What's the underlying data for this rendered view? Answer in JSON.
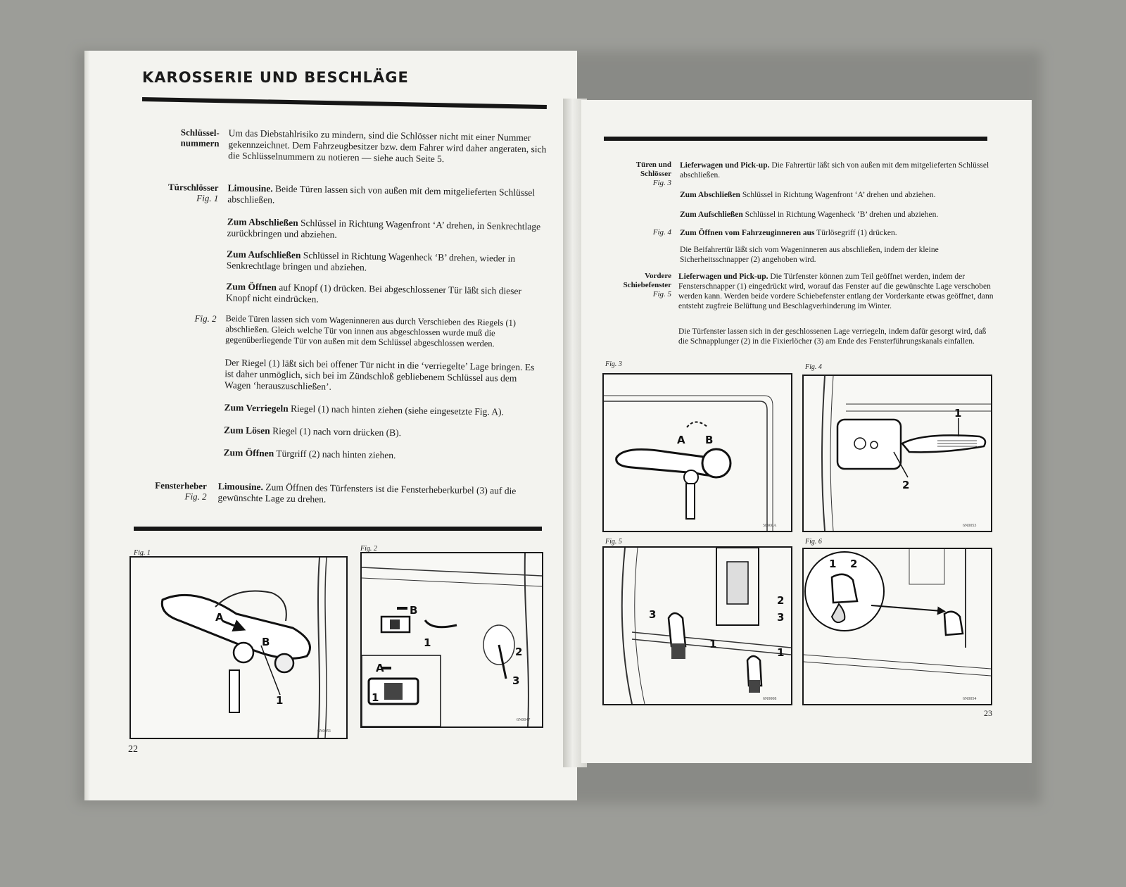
{
  "left": {
    "title": "KAROSSERIE UND BESCHLÄGE",
    "page_number": "22",
    "s1": {
      "label": "Schlüssel-\nnummern",
      "text": "Um das Diebstahlrisiko zu mindern, sind die Schlösser nicht mit einer Nummer gekennzeichnet. Dem Fahrzeugbesitzer bzw. dem Fahrer wird daher angeraten, sich die Schlüsselnummern zu notieren — siehe auch Seite 5."
    },
    "s2": {
      "label": "Türschlösser",
      "fig": "Fig. 1",
      "lead": "Limousine.",
      "text": " Beide Türen lassen sich von außen mit dem mitgelieferten Schlüssel abschließen."
    },
    "p1": {
      "lead": "Zum Abschließen",
      "text": " Schlüssel in Richtung Wagenfront ‘A’ drehen, in Senkrechtlage zurückbringen und abziehen."
    },
    "p2": {
      "lead": "Zum Aufschließen",
      "text": " Schlüssel in Richtung Wagenheck ‘B’ drehen, wieder in Senkrechtlage bringen und abziehen."
    },
    "p3": {
      "lead": "Zum Öffnen",
      "text": " auf Knopf (1) drücken. Bei abgeschlossener Tür läßt sich dieser Knopf nicht eindrücken."
    },
    "s3": {
      "fig": "Fig. 2",
      "text": "Beide Türen lassen sich vom Wageninneren aus durch Verschieben des Riegels (1) abschließen. Gleich welche Tür von innen aus abgeschlossen wurde muß die gegenüberliegende Tür von außen mit dem Schlüssel abgeschlossen werden."
    },
    "p4": {
      "text": "Der Riegel (1) läßt sich bei offener Tür nicht in die ‘verriegelte’ Lage bringen. Es ist daher unmöglich, sich bei im Zündschloß gebliebenem Schlüssel aus dem Wagen ‘herauszuschließen’."
    },
    "p5": {
      "lead": "Zum Verriegeln",
      "text": " Riegel (1) nach hinten ziehen (siehe eingesetzte Fig. A)."
    },
    "p6": {
      "lead": "Zum Lösen",
      "text": " Riegel (1) nach vorn drücken (B)."
    },
    "p7": {
      "lead": "Zum Öffnen",
      "text": " Türgriff (2) nach hinten ziehen."
    },
    "s4": {
      "label": "Fensterheber",
      "fig": "Fig. 2",
      "lead": "Limousine.",
      "text": " Zum Öffnen des Türfensters ist die Fensterheberkurbel (3) auf die gewünschte Lage zu drehen."
    },
    "fig1": {
      "caption": "Fig. 1",
      "code": "6N0051",
      "labels": [
        "A",
        "B",
        "1"
      ]
    },
    "fig2": {
      "caption": "Fig. 2",
      "code": "6N0047",
      "labels": [
        "B",
        "1",
        "A",
        "1",
        "2",
        "3"
      ]
    }
  },
  "right": {
    "page_number": "23",
    "s1": {
      "label": "Türen und\nSchlösser",
      "fig": "Fig. 3",
      "lead": "Lieferwagen und Pick-up.",
      "text": " Die Fahrertür läßt sich von außen mit dem mitgelieferten Schlüssel abschließen."
    },
    "p1": {
      "lead": "Zum Abschließen",
      "text": " Schlüssel in Richtung Wagenfront ‘A’ drehen und abziehen."
    },
    "p2": {
      "lead": "Zum Aufschließen",
      "text": " Schlüssel in Richtung Wagenheck ‘B’ drehen und abziehen."
    },
    "p3": {
      "fig": "Fig. 4",
      "lead": "Zum Öffnen vom Fahrzeuginneren aus",
      "text": " Türlösegriff (1) drücken."
    },
    "p4": {
      "text": "Die Beifahrertür läßt sich vom Wageninneren aus abschließen, indem der kleine Sicherheitsschnapper (2) angehoben wird."
    },
    "s2": {
      "label": "Vordere\nSchiebefenster",
      "fig": "Fig. 5",
      "lead": "Lieferwagen und Pick-up.",
      "text": " Die Türfenster können zum Teil geöffnet werden, indem der Fensterschnapper (1) eingedrückt wird, worauf das Fenster auf die gewünschte Lage verschoben werden kann. Werden beide vordere Schiebefenster entlang der Vorderkante etwas geöffnet, dann entsteht zugfreie Belüftung und Beschlagverhinderung im Winter."
    },
    "p5": {
      "text": "Die Türfenster lassen sich in der geschlossenen Lage verriegeln, indem dafür gesorgt wird, daß die Schnapplunger (2) in die Fixierlöcher (3) am Ende des Fensterführungskanals einfallen."
    },
    "fig3": {
      "caption": "Fig. 3",
      "code": "50960A",
      "labels": [
        "A",
        "B"
      ]
    },
    "fig4": {
      "caption": "Fig. 4",
      "code": "6N0053",
      "labels": [
        "1",
        "2"
      ]
    },
    "fig5": {
      "caption": "Fig. 5",
      "code": "6N0008",
      "labels": [
        "2",
        "3",
        "3",
        "1",
        "1"
      ]
    },
    "fig6": {
      "caption": "Fig. 6",
      "code": "6N0054",
      "labels": [
        "1",
        "2"
      ]
    }
  }
}
